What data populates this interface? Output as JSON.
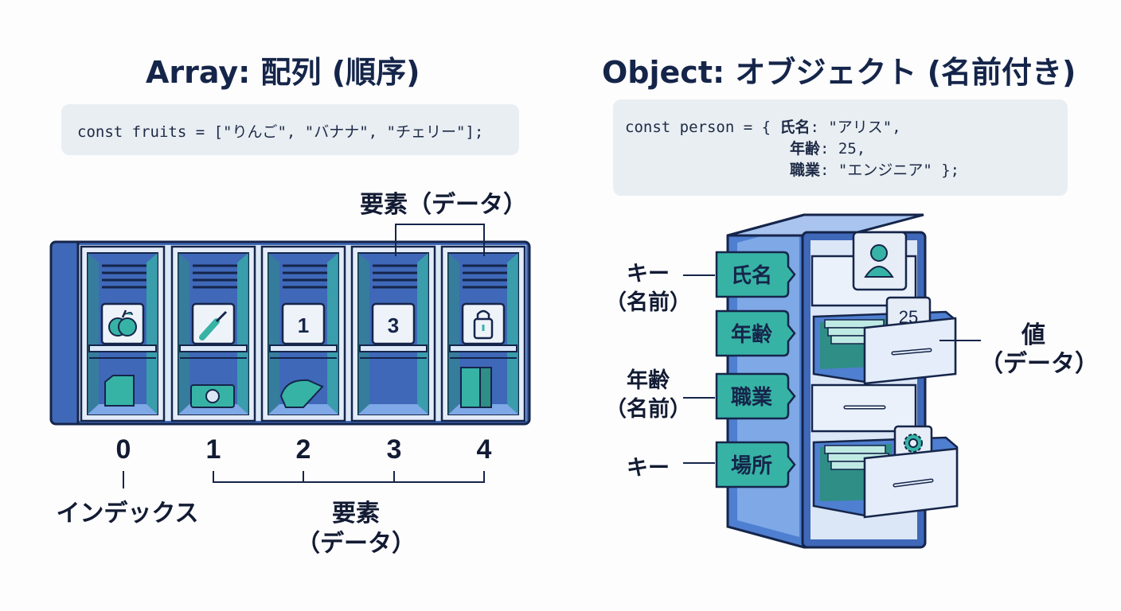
{
  "array_section": {
    "title": "Array: 配列 (順序)",
    "code": "const fruits = [\"りんご\", \"バナナ\", \"チェリー\"];",
    "element_label_top": "要素（データ）",
    "slots": [
      {
        "index": "0",
        "icon": "apple-icon",
        "card": ""
      },
      {
        "index": "1",
        "icon": "screwdriver-icon",
        "card": ""
      },
      {
        "index": "2",
        "icon": "number-card",
        "card": "1"
      },
      {
        "index": "3",
        "icon": "number-card",
        "card": "3"
      },
      {
        "index": "4",
        "icon": "padlock-icon",
        "card": ""
      }
    ],
    "index_label": "インデックス",
    "element_label_bottom_1": "要素",
    "element_label_bottom_2": "（データ）"
  },
  "object_section": {
    "title": "Object: オブジェクト (名前付き)",
    "code_line1_prefix": "const person = { ",
    "code_key1": "氏名",
    "code_val1": ": \"アリス\",",
    "code_key2": "年齢",
    "code_val2": ": 25,",
    "code_key3": "職業",
    "code_val3": ": \"エンジニア\" };",
    "tabs": [
      "氏名",
      "年齢",
      "職業",
      "場所"
    ],
    "drawer_value": "25",
    "left_labels": {
      "key_name_1": "キー",
      "key_name_2": "（名前）",
      "age_name_1": "年齢",
      "age_name_2": "（名前）",
      "key": "キー"
    },
    "value_label_1": "値",
    "value_label_2": "（データ）"
  },
  "colors": {
    "navy": "#15254a",
    "blue": "#3f68b8",
    "light_blue": "#dbe7f6",
    "teal": "#37b3a5",
    "pale_teal": "#bfeae4"
  }
}
